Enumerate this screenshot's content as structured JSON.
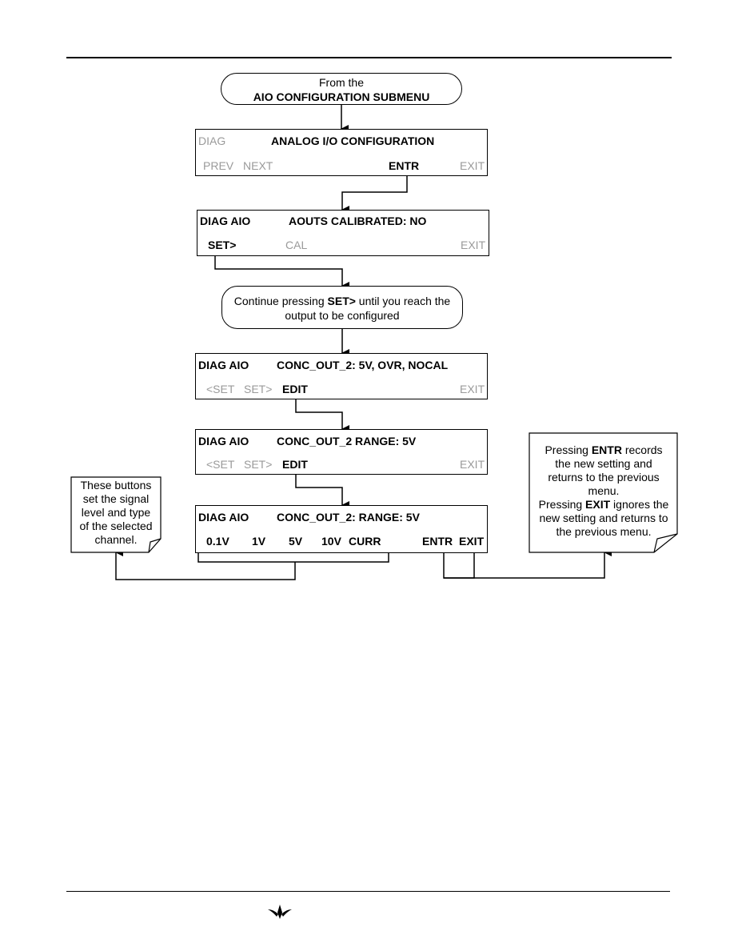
{
  "start": {
    "line1": "From the",
    "line2": "AIO CONFIGURATION SUBMENU"
  },
  "screen1": {
    "mode": "DIAG",
    "title": "ANALOG I/O CONFIGURATION",
    "btn_prev": "PREV",
    "btn_next": "NEXT",
    "btn_entr": "ENTR",
    "btn_exit": "EXIT"
  },
  "screen2": {
    "mode": "DIAG AIO",
    "title": "AOUTS CALIBRATED: NO",
    "btn_set": "SET>",
    "btn_cal": "CAL",
    "btn_exit": "EXIT"
  },
  "continue_note": {
    "pre": "Continue pressing ",
    "key": "SET>",
    "post": " until you reach the",
    "line2": "output to be configured"
  },
  "screen3": {
    "mode": "DIAG AIO",
    "title": "CONC_OUT_2: 5V, OVR, NOCAL",
    "btn_prev_set": "<SET",
    "btn_set": "SET>",
    "btn_edit": "EDIT",
    "btn_exit": "EXIT"
  },
  "screen4": {
    "mode": "DIAG AIO",
    "title": "CONC_OUT_2 RANGE: 5V",
    "btn_prev_set": "<SET",
    "btn_set": "SET>",
    "btn_edit": "EDIT",
    "btn_exit": "EXIT"
  },
  "screen5": {
    "mode": "DIAG AIO",
    "title": "CONC_OUT_2: RANGE: 5V",
    "btn_01v": "0.1V",
    "btn_1v": "1V",
    "btn_5v": "5V",
    "btn_10v": "10V",
    "btn_curr": "CURR",
    "btn_entr": "ENTR",
    "btn_exit": "EXIT"
  },
  "left_note": {
    "l1": "These buttons",
    "l2": "set the signal",
    "l3": "level and type",
    "l4": "of the selected",
    "l5": "channel."
  },
  "right_note": {
    "l1_pre": "Pressing ",
    "l1_key": "ENTR",
    "l1_post": " records",
    "l2": "the new setting and",
    "l3": "returns to the previous",
    "l4": "menu.",
    "l5_pre": "Pressing ",
    "l5_key": "EXIT",
    "l5_post": " ignores the",
    "l6": "new setting and returns to",
    "l7": "the previous menu."
  }
}
